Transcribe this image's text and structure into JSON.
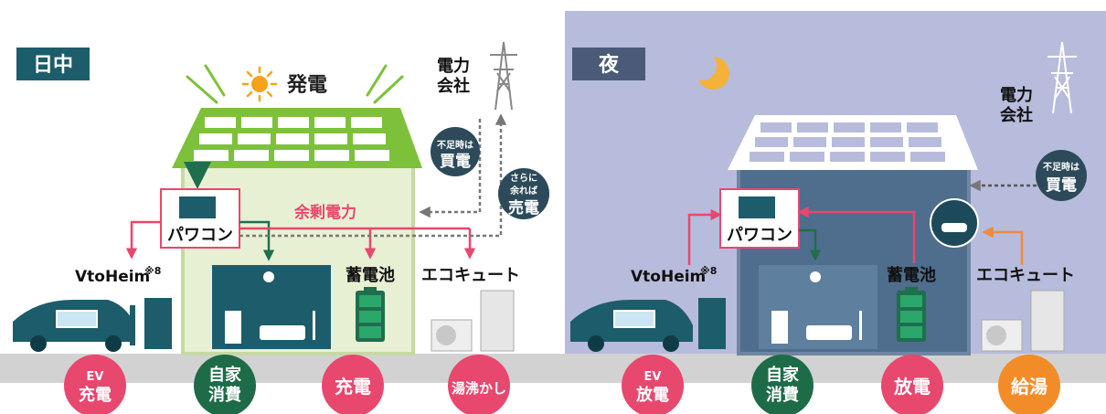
{
  "colors": {
    "day_bg": "#ffffff",
    "night_bg": "#b7bcdc",
    "ground": "#d2d2d2",
    "teal": "#1d5c6a",
    "night_tag": "#4a5a78",
    "solar_green": "#7dc13a",
    "arrow_pink": "#e8476e",
    "arrow_green": "#1f6e4e",
    "arrow_orange": "#ef8a3c",
    "circle_pink": "#e8476e",
    "circle_green": "#1e6b48",
    "circle_orange": "#f28c28",
    "sun": "#f6a31b",
    "moon": "#f4b23b",
    "house_day": "#e8f0d3",
    "house_night": "#4f6d8c"
  },
  "day": {
    "tag": "日中",
    "generation_label": "発電",
    "power_company": [
      "電力",
      "会社"
    ],
    "buy_bubble": [
      "不足時は",
      "買電"
    ],
    "sell_bubble": [
      "さらに",
      "余れば",
      "売電"
    ],
    "surplus_label": "余剰電力",
    "pcs_label": "パワコン",
    "v2h_label": "VtoHeim",
    "v2h_note": "※8",
    "battery_label": "蓄電池",
    "ecocute_label": "エコキュート",
    "circles": [
      {
        "lines": [
          "EV",
          "充電"
        ],
        "color": "pink",
        "icon": "ev-charge"
      },
      {
        "lines": [
          "自家",
          "消費"
        ],
        "color": "green",
        "icon": "self-consumption"
      },
      {
        "lines": [
          "充電"
        ],
        "color": "pink",
        "icon": "battery-charge"
      },
      {
        "lines": [
          "湯沸かし"
        ],
        "color": "pink",
        "icon": "water-heating"
      }
    ]
  },
  "night": {
    "tag": "夜",
    "power_company": [
      "電力",
      "会社"
    ],
    "buy_bubble": [
      "不足時は",
      "買電"
    ],
    "pcs_label": "パワコン",
    "v2h_label": "VtoHeim",
    "v2h_note": "※8",
    "battery_label": "蓄電池",
    "ecocute_label": "エコキュート",
    "circles": [
      {
        "lines": [
          "EV",
          "放電"
        ],
        "color": "pink",
        "icon": "ev-discharge"
      },
      {
        "lines": [
          "自家",
          "消費"
        ],
        "color": "green",
        "icon": "self-consumption"
      },
      {
        "lines": [
          "放電"
        ],
        "color": "pink",
        "icon": "battery-discharge"
      },
      {
        "lines": [
          "給湯"
        ],
        "color": "orange",
        "icon": "hot-water-supply"
      }
    ]
  }
}
